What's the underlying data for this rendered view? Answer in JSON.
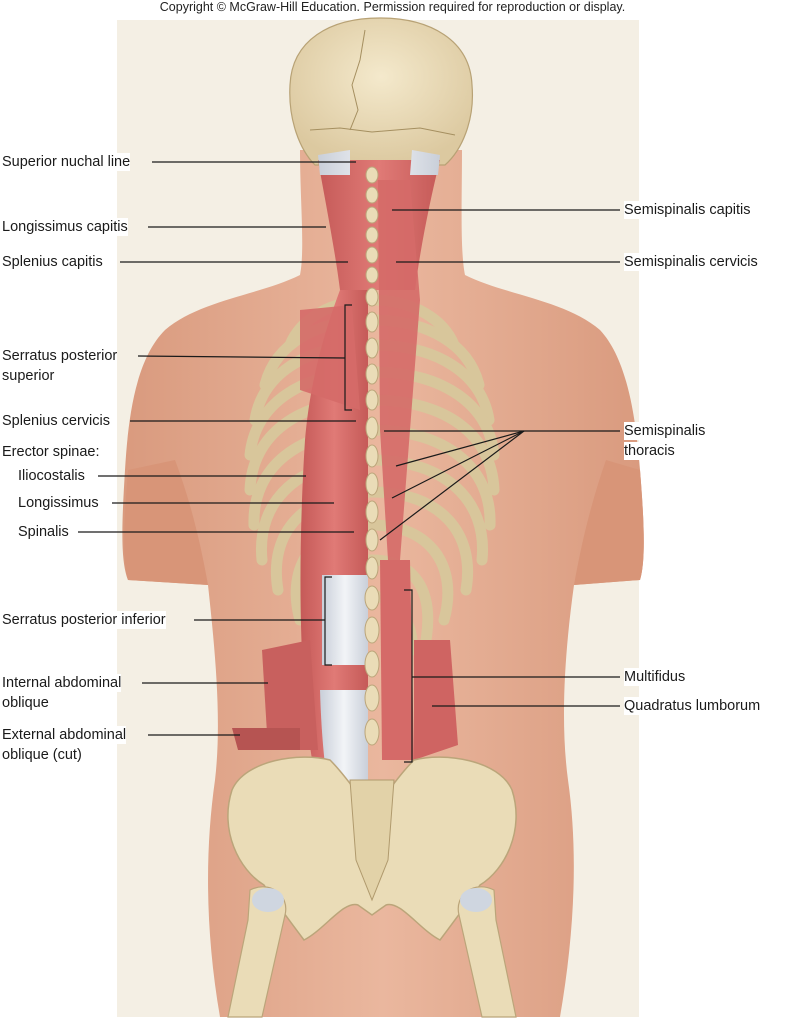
{
  "copyright": "Copyright © McGraw-Hill Education. Permission required for reproduction or display.",
  "labels_left": {
    "superior_nuchal_line": "Superior nuchal line",
    "longissimus_capitis": "Longissimus capitis",
    "splenius_capitis": "Splenius capitis",
    "serratus_posterior_superior_1": "Serratus posterior",
    "serratus_posterior_superior_2": "superior",
    "splenius_cervicis": "Splenius cervicis",
    "erector_spinae": "Erector spinae:",
    "iliocostalis": "Iliocostalis",
    "longissimus": "Longissimus",
    "spinalis": "Spinalis",
    "serratus_posterior_inferior": "Serratus posterior inferior",
    "internal_abdominal_oblique_1": "Internal abdominal",
    "internal_abdominal_oblique_2": "oblique",
    "external_abdominal_oblique_1": "External abdominal",
    "external_abdominal_oblique_2": "oblique (cut)"
  },
  "labels_right": {
    "semispinalis_capitis": "Semispinalis capitis",
    "semispinalis_cervicis": "Semispinalis cervicis",
    "semispinalis_thoracis_1": "Semispinalis",
    "semispinalis_thoracis_2": "thoracis",
    "multifidus": "Multifidus",
    "quadratus_lumborum": "Quadratus lumborum"
  },
  "colors": {
    "skin": "#e7ae93",
    "skin_shadow": "#d08f72",
    "background_panel": "#f4efe4",
    "bone": "#eadcb7",
    "bone_shadow": "#c9b487",
    "muscle": "#d56a68",
    "muscle_dark": "#b4504e",
    "tendon": "#dfe3ea",
    "leader_line": "#1a1a1a"
  }
}
